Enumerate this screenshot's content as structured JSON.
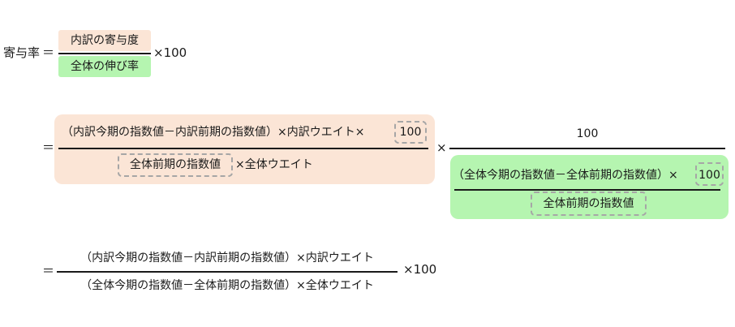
{
  "colors": {
    "numerator_bg": "#fbe5d6",
    "denominator_bg": "#b5f5b0",
    "dashed_box": "#a6a6a6",
    "text": "#1a1a1a"
  },
  "eq1": {
    "lhs": "寄与率",
    "equals": "＝",
    "numerator": "内訳の寄与度",
    "denominator": "全体の伸び率",
    "multiplier": "×100"
  },
  "eq2": {
    "equals": "＝",
    "left_numerator_a": "（内訳今期の指数値－内訳前期の指数値）×内訳ウエイト×",
    "left_numerator_b": "100",
    "left_denominator_a": "全体前期の指数値",
    "left_denominator_b": "×全体ウエイト",
    "times": "×",
    "right_numerator": "100",
    "right_inner_numerator_a": "（全体今期の指数値－全体前期の指数値）×",
    "right_inner_numerator_b": "100",
    "right_inner_denominator": "全体前期の指数値"
  },
  "eq3": {
    "equals": "＝",
    "numerator": "（内訳今期の指数値－内訳前期の指数値）×内訳ウエイト",
    "denominator": "（全体今期の指数値－全体前期の指数値）×全体ウエイト",
    "multiplier": "×100"
  }
}
